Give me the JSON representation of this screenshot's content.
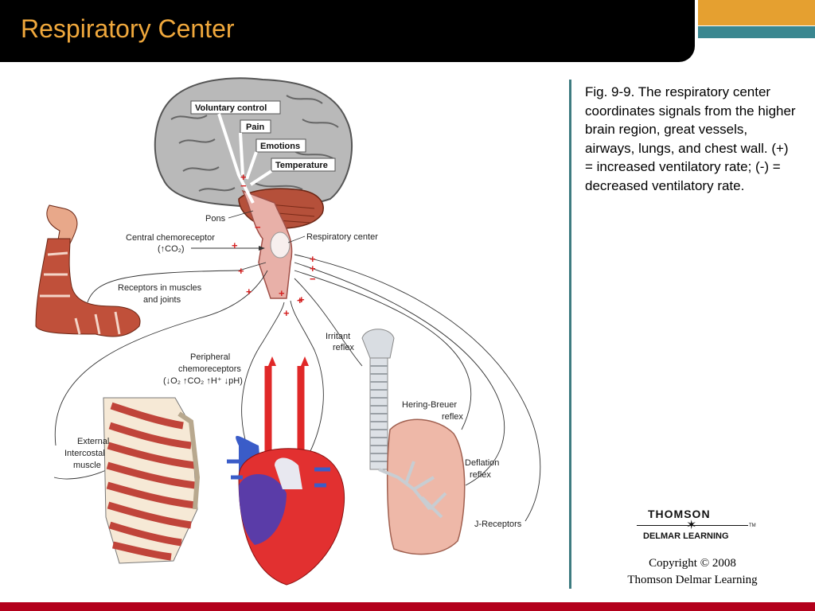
{
  "header": {
    "title": "Respiratory Center",
    "colors": {
      "title": "#f0a83c",
      "bar": "#000000",
      "accent_orange": "#e5a030",
      "accent_teal": "#3a8790",
      "bottom_bar": "#b3001b"
    }
  },
  "caption": "Fig. 9-9.  The respiratory center coordinates signals from the higher brain region, great vessels, airways, lungs, and chest wall. (+) = increased ventilatory rate; (-) = decreased ventilatory rate.",
  "logo": {
    "top": "THOMSON",
    "bottom": "DELMAR LEARNING",
    "tm": "TM",
    "star": "✶"
  },
  "copyright": {
    "line1": "Copyright © 2008",
    "line2": "Thomson Delmar Learning"
  },
  "diagram": {
    "brain_labels": {
      "voluntary": "Voluntary control",
      "pain": "Pain",
      "emotions": "Emotions",
      "temperature": "Temperature"
    },
    "pons": "Pons",
    "respiratory_center": "Respiratory center",
    "central_chemo": "Central chemoreceptor",
    "central_chemo_sub": "(↑CO₂)",
    "receptors_line1": "Receptors in muscles",
    "receptors_line2": "and joints",
    "peripheral_line1": "Peripheral",
    "peripheral_line2": "chemoreceptors",
    "peripheral_line3": "(↓O₂  ↑CO₂  ↑H⁺  ↓pH)",
    "irritant_line1": "Irritant",
    "irritant_line2": "reflex",
    "hering_line1": "Hering-Breuer",
    "hering_line2": "reflex",
    "deflation_line1": "Deflation",
    "deflation_line2": "reflex",
    "jreceptors": "J-Receptors",
    "external_line1": "External",
    "external_line2": "Intercostal",
    "external_line3": "muscle",
    "plus": "+",
    "minus": "−"
  }
}
